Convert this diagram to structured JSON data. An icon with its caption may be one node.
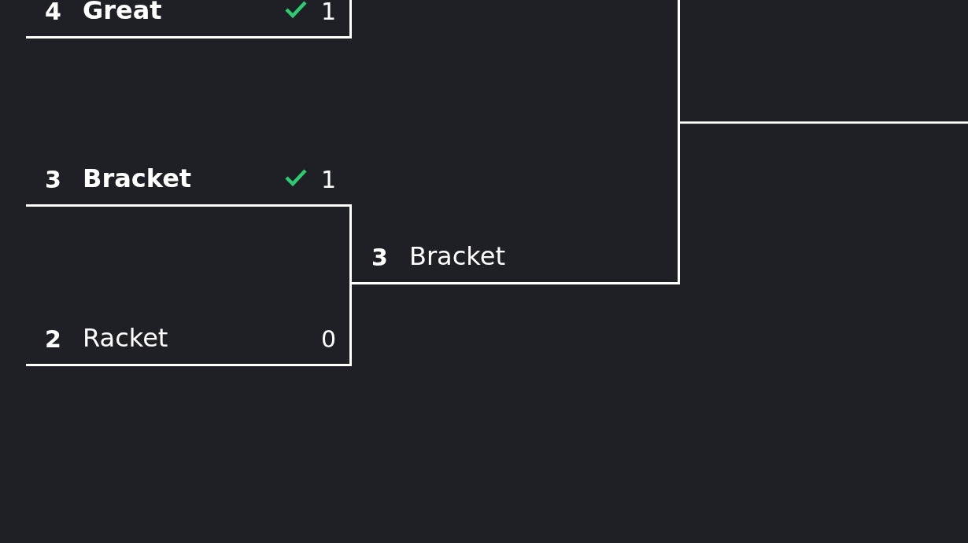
{
  "diagram": {
    "nodes": [
      {
        "text": [
          "4",
          "Great",
          "1"
        ]
      },
      {
        "text": [
          "3",
          "Bracket",
          "1"
        ]
      },
      {
        "text": [
          "2",
          "Racket",
          "0"
        ]
      },
      {
        "text": [
          "3",
          "Bracket"
        ]
      }
    ],
    "edges": [
      {
        "from": 0,
        "to": null,
        "arrow": "none"
      },
      {
        "from": 1,
        "to": 3,
        "arrow": "none"
      },
      {
        "from": 2,
        "to": 3,
        "arrow": "none"
      },
      {
        "from": 3,
        "to": null,
        "arrow": "none"
      }
    ]
  }
}
